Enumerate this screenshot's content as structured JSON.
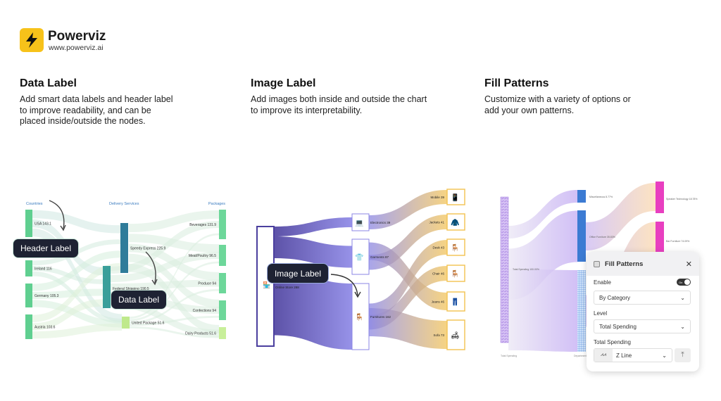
{
  "brand": {
    "name": "Powerviz",
    "url": "www.powerviz.ai",
    "logo_icon": "lightning-bolt-icon",
    "logo_color": "#f7c21a"
  },
  "sections": [
    {
      "title": "Data Label",
      "description": [
        "Add smart data labels and header label",
        "to improve readability, and can be",
        "placed inside/outside the nodes."
      ]
    },
    {
      "title": "Image Label",
      "description": [
        "Add images both inside and outside the chart",
        "to improve its interpretability."
      ]
    },
    {
      "title": "Fill Patterns",
      "description": [
        "Customize with a variety of options or",
        "add your own patterns."
      ]
    }
  ],
  "chart1": {
    "headers": [
      "Countries",
      "Delivery Services",
      "Packages"
    ],
    "left": [
      {
        "label": "USA 143.1"
      },
      {
        "label": "Ireland 116"
      },
      {
        "label": "Germany 105.3"
      },
      {
        "label": "Austria 103.6"
      }
    ],
    "middle": [
      {
        "label": "Speedy Express 225.9"
      },
      {
        "label": "Federal Shipping 190.5"
      },
      {
        "label": "United Package 51.6"
      }
    ],
    "right": [
      {
        "label": "Beverages 131.9"
      },
      {
        "label": "Meat/Poultry 96.5"
      },
      {
        "label": "Produce 94"
      },
      {
        "label": "Confections 94"
      },
      {
        "label": "Dairy Products 51.6"
      }
    ],
    "callouts": {
      "header": "Header Label",
      "data": "Data Label"
    }
  },
  "chart2": {
    "root": {
      "label": "Online Store 288",
      "icon": "store-icon"
    },
    "middle": [
      {
        "label": "Electronics 39",
        "icon": "electronics-icon"
      },
      {
        "label": "Garments 87",
        "icon": "garments-icon"
      },
      {
        "label": "Furnitures 162",
        "icon": "furniture-icon"
      }
    ],
    "right": [
      {
        "label": "Mobile 39",
        "icon": "mobile-icon"
      },
      {
        "label": "Jackets 41",
        "icon": "jacket-icon"
      },
      {
        "label": "Desk 43",
        "icon": "desk-icon"
      },
      {
        "label": "Chair 46",
        "icon": "chair-icon"
      },
      {
        "label": "Jeans 46",
        "icon": "jeans-icon"
      },
      {
        "label": "Sofa 73",
        "icon": "sofa-icon"
      }
    ],
    "callout": "Image Label"
  },
  "chart3": {
    "left": {
      "label": "Total Spending 100.00%"
    },
    "middle": [
      {
        "label": "Miscellaneous 8.77%"
      },
      {
        "label": "Office Furniture 35.83%"
      }
    ],
    "right": [
      {
        "label": "Speaker Technology 18.78%"
      },
      {
        "label": "Bar Furniture 74.09%"
      }
    ],
    "axis": [
      "Total Spending",
      "Department"
    ],
    "panel": {
      "title": "Fill Patterns",
      "enable_label": "Enable",
      "toggle": "On",
      "toggle_on": true,
      "mode": "By Category",
      "level_label": "Level",
      "level": "Total Spending",
      "pattern_section": "Total Spending",
      "pattern": "Z Line"
    }
  }
}
